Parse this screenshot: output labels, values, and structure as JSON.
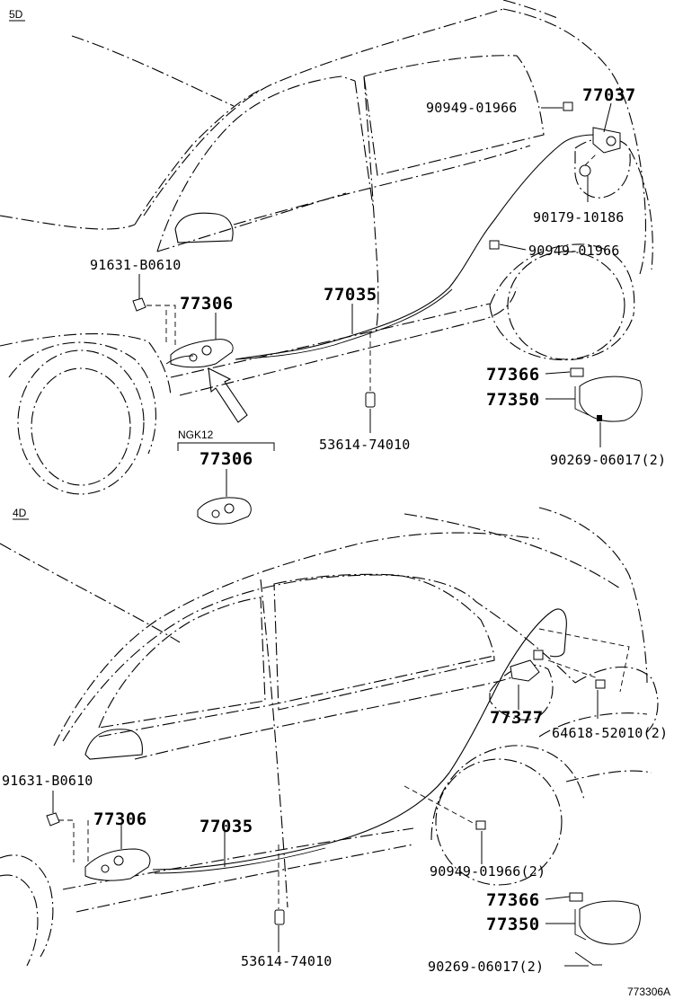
{
  "sections": {
    "top": "5D",
    "bottom": "4D"
  },
  "top_labels": {
    "p77037": "77037",
    "p90949_a": "90949-01966",
    "p90179": "90179-10186",
    "p90949_b": "90949-01966",
    "p91631": "91631-B0610",
    "p77306": "77306",
    "p77035": "77035",
    "p77366": "77366",
    "p77350": "77350",
    "p53614": "53614-74010",
    "p90269": "90269-06017(2)",
    "ngk_note": "NGK12",
    "p77306_alt": "77306"
  },
  "bottom_labels": {
    "p77377": "77377",
    "p64618": "64618-52010(2)",
    "p91631": "91631-B0610",
    "p77306": "77306",
    "p77035": "77035",
    "p90949": "90949-01966(2)",
    "p77366": "77366",
    "p77350": "77350",
    "p53614": "53614-74010",
    "p90269": "90269-06017(2)"
  },
  "figure_id": "773306A"
}
